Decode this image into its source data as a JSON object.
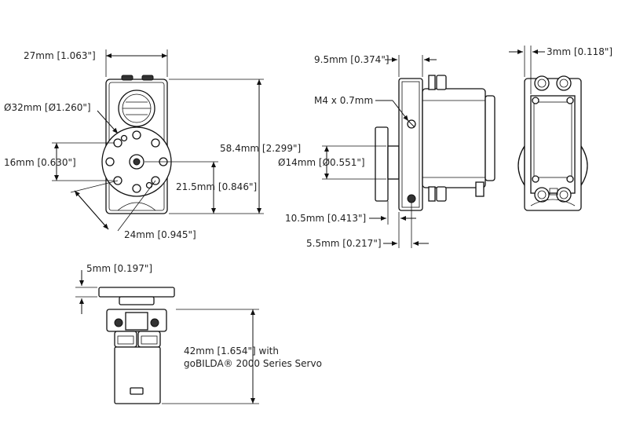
{
  "dimensions": {
    "width_top": "27mm [1.063\"]",
    "diameter_hub": "Ø32mm [Ø1.260\"]",
    "height_total": "58.4mm [2.299\"]",
    "hole_spacing_16": "16mm [0.630\"]",
    "offset_21_5": "21.5mm [0.846\"]",
    "diagonal_24": "24mm [0.945\"]",
    "side_9_5": "9.5mm [0.374\"]",
    "thread": "M4 x 0.7mm",
    "diameter_14": "Ø14mm [Ø0.551\"]",
    "side_10_5": "10.5mm [0.413\"]",
    "side_5_5": "5.5mm [0.217\"]",
    "side_3": "3mm [0.118\"]",
    "front_5": "5mm [0.197\"]",
    "front_42_line1": "42mm [1.654\"] with",
    "front_42_line2": "goBILDA® 2000 Series Servo"
  }
}
